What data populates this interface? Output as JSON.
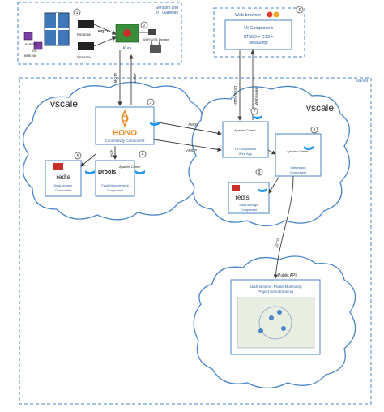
{
  "labels": {
    "sensors_gateway": [
      "Sensors and",
      "IoT Gateway"
    ],
    "internet": "Internet",
    "web_browser": "Web browser",
    "ui_component": "UI Component",
    "ui_tech": [
      "HTML5 + CSS +",
      "JavaScript"
    ],
    "vscale": "vscale",
    "hono": "HONO",
    "connectivity": "Connectivity Component",
    "redis": "redis",
    "data_storage": [
      "Data storage",
      "Component"
    ],
    "drools": "Drools",
    "apache_camel": "Apache Camel",
    "fault_mgmt": [
      "Fault Management",
      "Component"
    ],
    "ui_web": [
      "UI Component",
      "Web App"
    ],
    "integration": [
      "Integration",
      "Component"
    ],
    "saas": [
      "SaaS service - Public Monitoring",
      "Project (narodmon.ru)"
    ],
    "public_api": "Public API",
    "kura": "Kura",
    "wifi_dongle": "Wi-Fi USB Dongle",
    "esp1": "ESP8266",
    "esp2": "ESP8266",
    "bme1": "BME280",
    "bme2": "BME280",
    "i2c": "I2C"
  },
  "protocols": {
    "mqtt_top": "MQTT",
    "mqtt_vertical": "MQTT",
    "snmp": "SNMP",
    "amqp1": "AMQP",
    "amqp2": "AMQP",
    "http_rest": "HTTP/REST",
    "websocket": "WebSocket",
    "http": "HTTP",
    "hop": "HOP"
  },
  "numbers": [
    "1",
    "2",
    "3",
    "4",
    "5",
    "6",
    "7",
    "8",
    "9"
  ],
  "colors": {
    "accent": "#4a86c8",
    "hono_orange": "#f08a24",
    "redis_red": "#c8302b",
    "docker_blue": "#2496ed"
  }
}
